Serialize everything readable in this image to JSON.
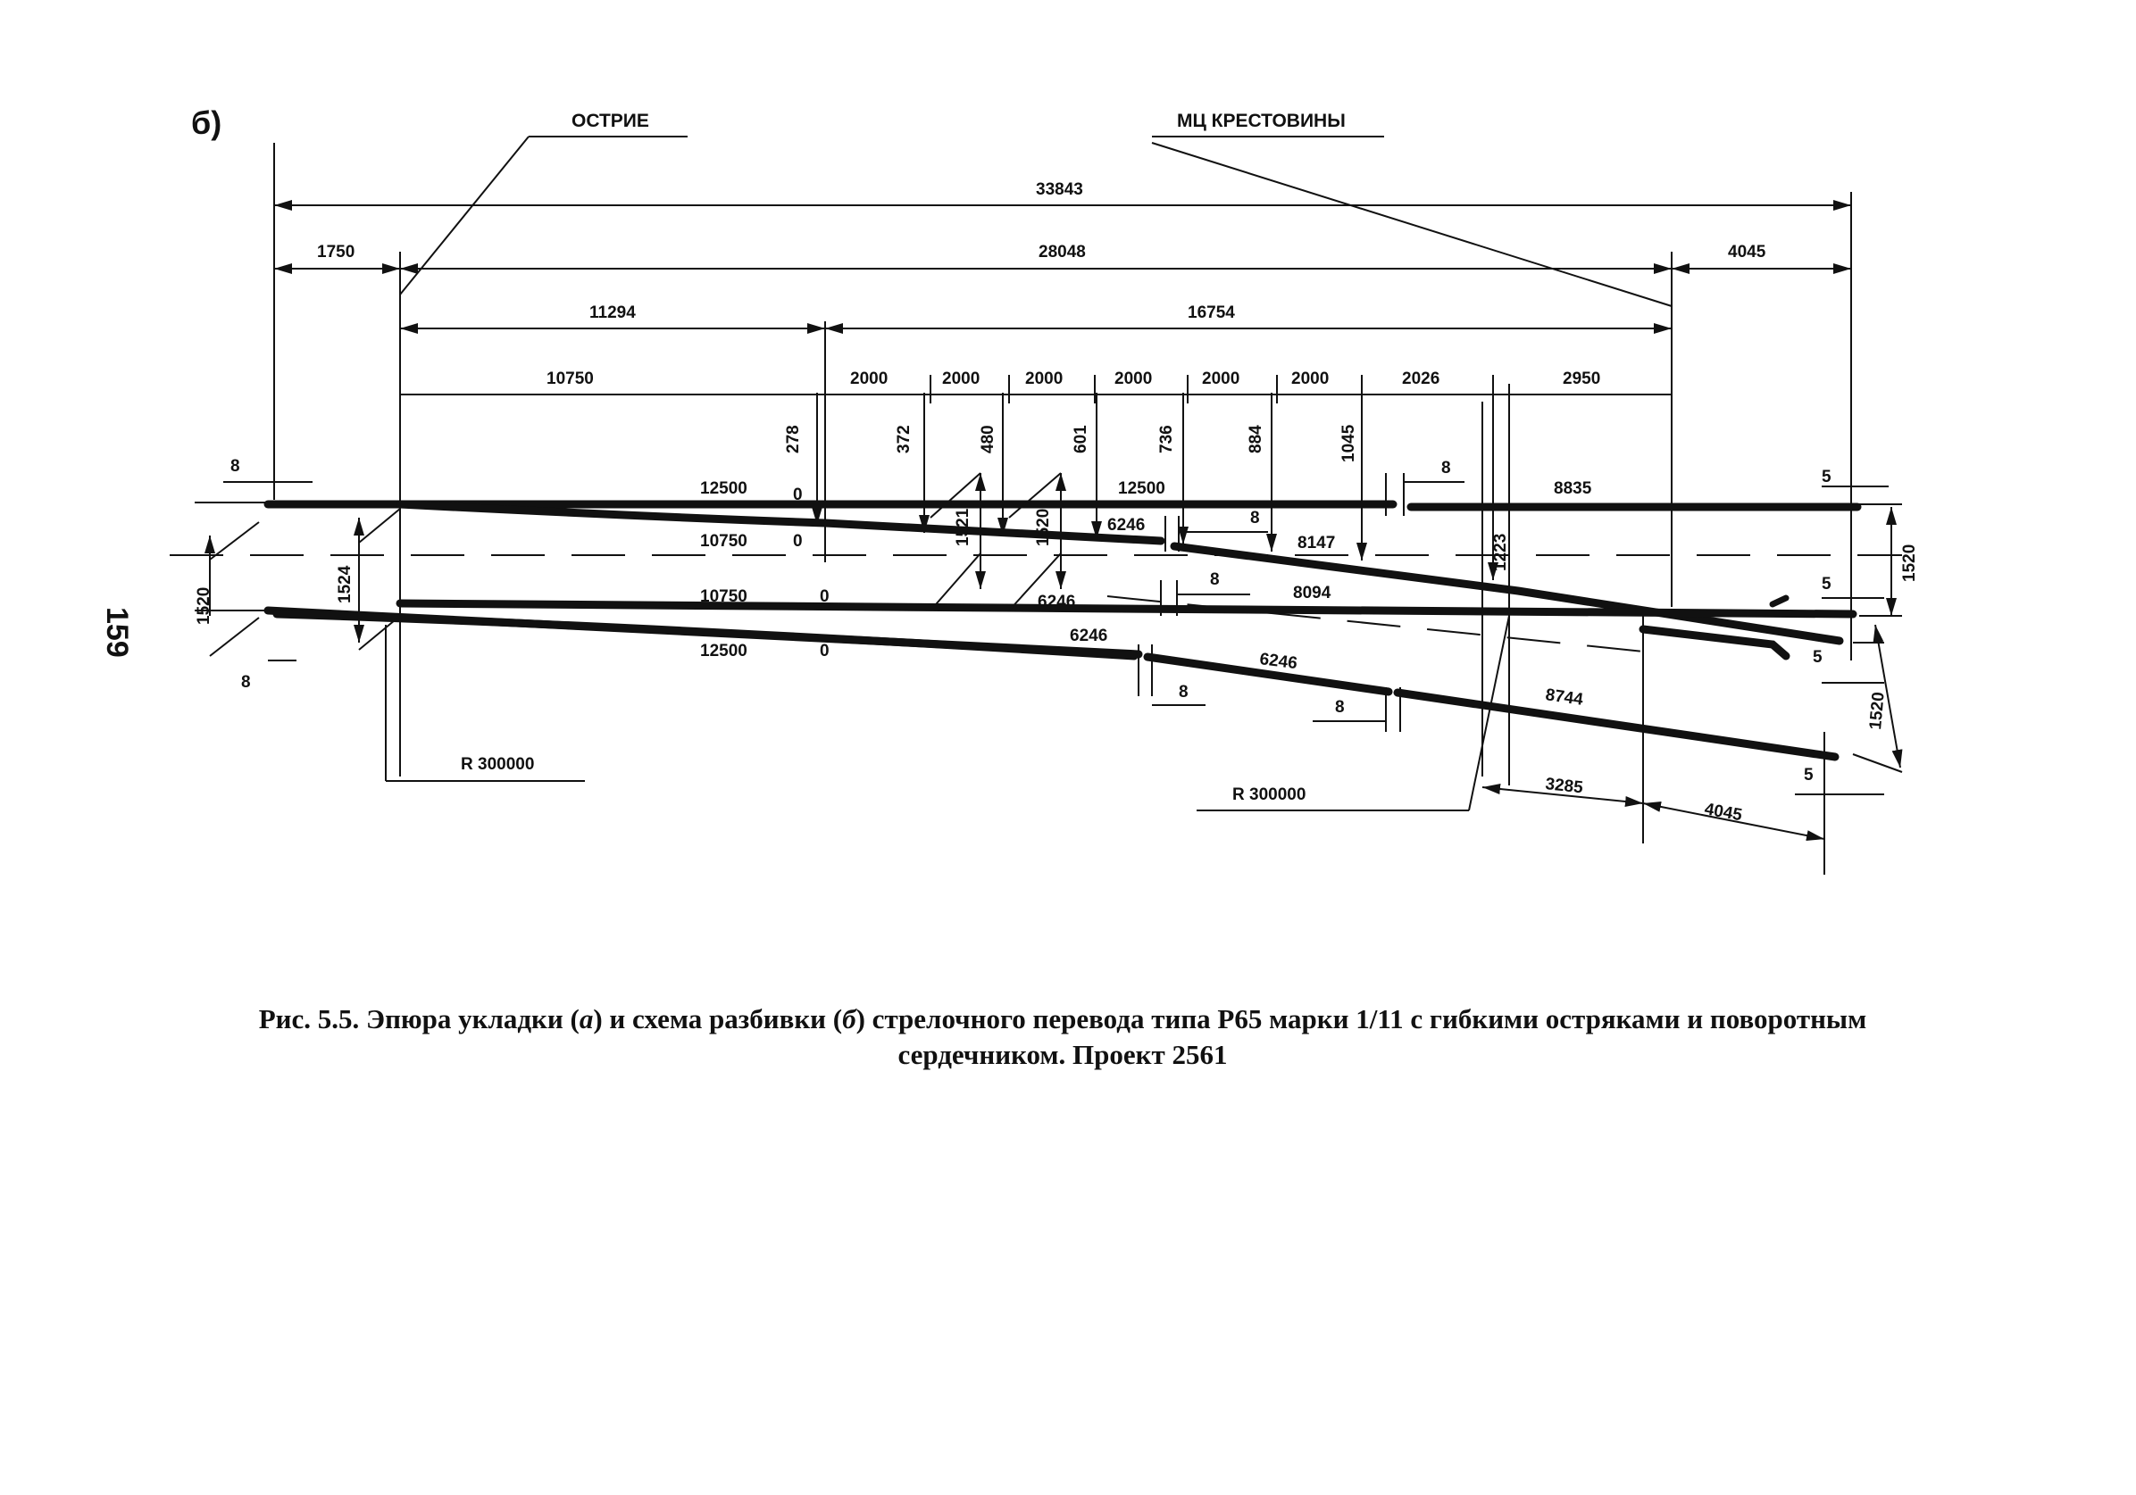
{
  "panel_label": "б)",
  "page_number": "159",
  "labels": {
    "point_tip": "ОСТРИЕ",
    "frog_center": "МЦ КРЕСТОВИНЫ",
    "radius_left": "R 300000",
    "radius_right": "R 300000"
  },
  "top_dims": {
    "total": "33843",
    "front": "1750",
    "theoretical": "28048",
    "rear": "4045",
    "seg_a": "11294",
    "seg_b": "16754",
    "d10750": "10750",
    "d2000_1": "2000",
    "d2000_2": "2000",
    "d2000_3": "2000",
    "d2000_4": "2000",
    "d2000_5": "2000",
    "d2000_6": "2000",
    "d2026": "2026",
    "d2950": "2950"
  },
  "ordinates": [
    "278",
    "372",
    "480",
    "601",
    "736",
    "884",
    "1045",
    "1223"
  ],
  "rail_dims": {
    "r12500_top": "12500",
    "r0_top": "0",
    "r12500_mid": "12500",
    "r8835": "8835",
    "r10750_a": "10750",
    "r0_a": "0",
    "r6246_a": "6246",
    "r8147": "8147",
    "r10750_b": "10750",
    "r0_b": "0",
    "r6246_b": "6246",
    "r8094": "8094",
    "r12500_bot": "12500",
    "r0_bot": "0",
    "r6246_c": "6246",
    "r6246_d": "6246",
    "r8744": "8744",
    "r3285": "3285",
    "r4045": "4045"
  },
  "gaps": {
    "g8_tl": "8",
    "g8_bl": "8",
    "g8_a": "8",
    "g8_b": "8",
    "g8_c": "8",
    "g8_d": "8",
    "g8_e": "8",
    "g5_a": "5",
    "g5_b": "5",
    "g5_c": "5",
    "g5_d": "5"
  },
  "gauges": {
    "g1520_left": "1520",
    "g1524": "1524",
    "g1521": "1521",
    "g1520_mid": "1520",
    "g1520_right": "1520",
    "g1520_right2": "1520"
  },
  "caption": {
    "line1_pre": "Рис. 5.5. Эпюра укладки (",
    "a": "а",
    "line1_mid": ") и схема разбивки (",
    "b": "б",
    "line1_post": ") стрелочного перевода типа Р65 марки 1/11 с гибкими остряками и поворотным",
    "line2": "сердечником. Проект 2561"
  }
}
